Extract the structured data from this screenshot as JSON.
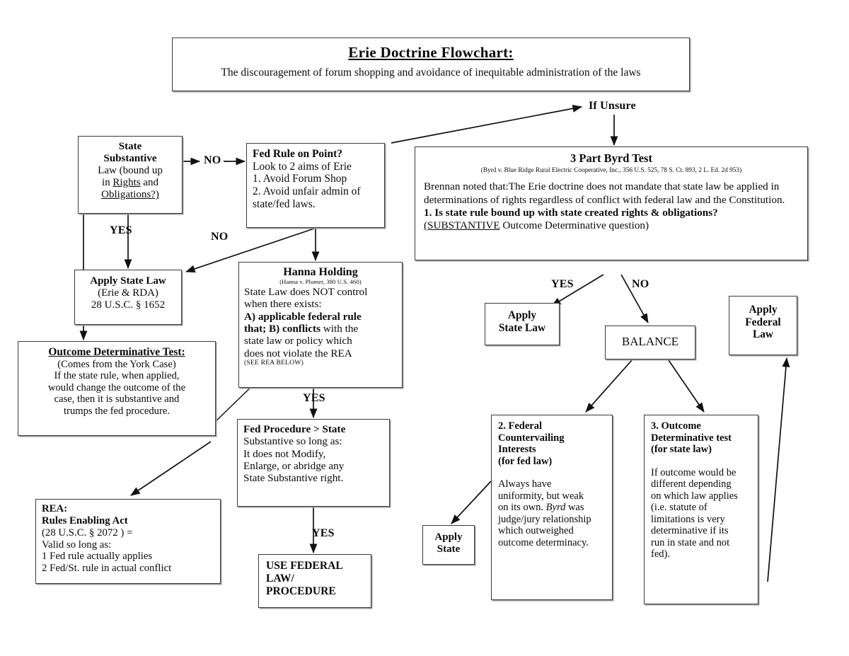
{
  "title": {
    "heading": "Erie Doctrine Flowchart:",
    "subheading": "The discouragement of forum shopping and avoidance of inequitable administration of the laws"
  },
  "nodes": {
    "state_substantive": {
      "line1": "State",
      "line2": "Substantive",
      "line3": "Law (bound up",
      "line4_pre": "in ",
      "line4_u": "Rights",
      "line4_post": " and",
      "line5_u": "Obligations",
      "line5_post": "?)"
    },
    "fed_rule": {
      "line1": "Fed Rule on Point?",
      "line2": "Look to 2 aims of Erie",
      "line3": "1. Avoid Forum Shop",
      "line4": "2. Avoid unfair admin of",
      "line5": "state/fed laws."
    },
    "byrd": {
      "title": "3 Part Byrd Test",
      "citation": "(Byrd v. Blue Ridge Rural Electric Cooperative, Inc., 356 U.S. 525, 78 S. Ct. 893, 2 L. Ed. 2d 953)",
      "body1": "Brennan noted that:The Erie doctrine does not mandate that state law be applied in determinations of rights regardless of conflict with federal law and the Constitution.",
      "body2_bold": "1. Is state rule bound up with state created rights & obligations?",
      "body3_u": "(SUBSTANTIVE",
      "body3_rest": " Outcome Determinative question)"
    },
    "apply_state_rda": {
      "line1": "Apply State Law",
      "line2": "(Erie & RDA)",
      "line3": "28 U.S.C. § 1652"
    },
    "hanna": {
      "title": "Hanna Holding",
      "citation": "(Hanna v. Plumer, 380 U.S. 460)",
      "line1": "State Law does NOT control",
      "line2": "when there exists:",
      "line3_b": "A) applicable federal rule",
      "line4_pre": "that; ",
      "line4_b": "B) conflicts",
      "line4_post": " with the",
      "line5": "state law or policy which",
      "line6": "does not violate the REA",
      "line7_small": "(SEE REA BELOW)"
    },
    "outcome_determinative_test": {
      "title": "Outcome Determinative Test:",
      "line1": "(Comes from the York Case)",
      "line2": "If the state rule, when applied,",
      "line3": "would change the outcome of the",
      "line4": "case, then it is substantive and",
      "line5": "trumps the fed procedure."
    },
    "rea": {
      "line1": "REA:",
      "line2": "Rules Enabling Act",
      "line3": "(28 U.S.C. § 2072 ) =",
      "line4": "Valid so long as:",
      "line5": "1 Fed  rule actually applies",
      "line6": "2 Fed/St. rule in actual conflict"
    },
    "fed_procedure": {
      "line1": "Fed Procedure > State",
      "line2": "Substantive so long as:",
      "line3": "It does not Modify,",
      "line4": "Enlarge, or abridge any",
      "line5": "State Substantive right."
    },
    "use_federal": {
      "line1": "USE FEDERAL",
      "line2": "LAW/",
      "line3": "PROCEDURE"
    },
    "apply_state_law_byrd": {
      "line1": "Apply",
      "line2": "State Law"
    },
    "balance": {
      "label": "BALANCE"
    },
    "apply_federal_law": {
      "line1": "Apply",
      "line2": "Federal",
      "line3": "Law"
    },
    "federal_countervailing": {
      "head1": "2. Federal",
      "head2": "Countervailing",
      "head3": "Interests",
      "head4": "(for fed law)",
      "body1": "Always have",
      "body2": "uniformity, but weak",
      "body3_pre": "on its own.  ",
      "body3_it": "Byrd",
      "body3_post": " was",
      "body4": "judge/jury relationship",
      "body5": "which outweighed",
      "body6": "outcome determinacy."
    },
    "outcome_determinative_3": {
      "head1": "3. Outcome",
      "head2": "Determinative test",
      "head3": "(for state law)",
      "body1": "If outcome would be",
      "body2": "different depending",
      "body3": "on which law applies",
      "body4": "(i.e. statute of",
      "body5": "limitations is very",
      "body6": "determinative if its",
      "body7": "run in state and not",
      "body8": "fed)."
    },
    "apply_state_simple": {
      "line1": "Apply",
      "line2": "State"
    }
  },
  "edge_labels": {
    "no_top": "NO",
    "yes_left": "YES",
    "no_diag": "NO",
    "if_unsure": "If Unsure",
    "yes_byrd": "YES",
    "no_byrd": "NO",
    "yes_hanna": "YES",
    "yes_fedproc": "YES"
  },
  "colors": {
    "ink": "#0a0a0a",
    "border": "#3a3a3a",
    "shadow": "#9a9a9a",
    "background": "#ffffff"
  }
}
